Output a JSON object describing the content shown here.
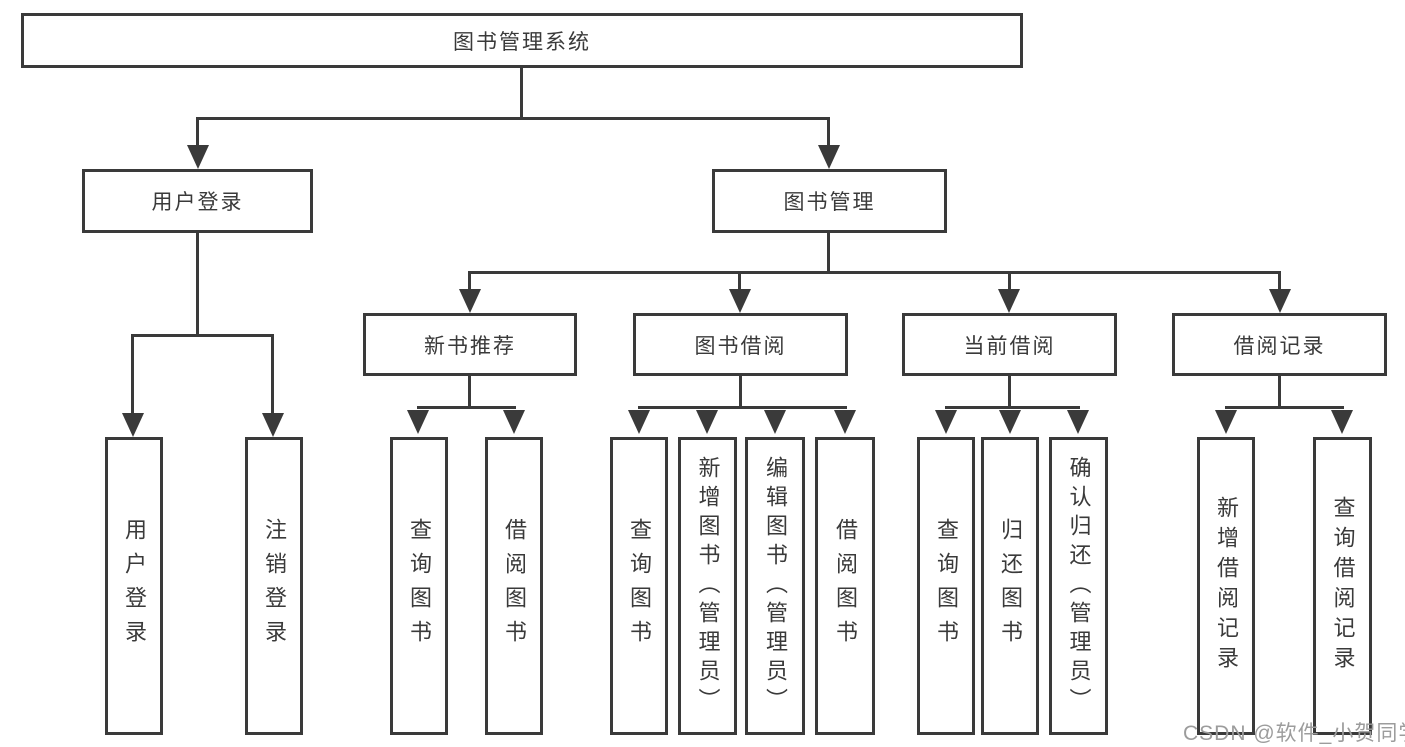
{
  "diagram": {
    "root": {
      "label": "图书管理系统"
    },
    "branches": [
      {
        "label": "用户登录",
        "children": [
          {
            "label": "用户登录"
          },
          {
            "label": "注销登录"
          }
        ]
      },
      {
        "label": "图书管理",
        "children": [
          {
            "label": "新书推荐",
            "children": [
              {
                "label": "查询图书"
              },
              {
                "label": "借阅图书"
              }
            ]
          },
          {
            "label": "图书借阅",
            "children": [
              {
                "label": "查询图书"
              },
              {
                "label": "新增图书（管理员）"
              },
              {
                "label": "编辑图书（管理员）"
              },
              {
                "label": "借阅图书"
              }
            ]
          },
          {
            "label": "当前借阅",
            "children": [
              {
                "label": "查询图书"
              },
              {
                "label": "归还图书"
              },
              {
                "label": "确认归还（管理员）"
              }
            ]
          },
          {
            "label": "借阅记录",
            "children": [
              {
                "label": "新增借阅记录"
              },
              {
                "label": "查询借阅记录"
              }
            ]
          }
        ]
      }
    ]
  },
  "watermark": {
    "text": "CSDN @软件_小贺同学"
  },
  "colors": {
    "line": "#3a3a3a",
    "text": "#3a3a3a",
    "watermark_gray": "#9c9c9c",
    "background": "#ffffff"
  }
}
